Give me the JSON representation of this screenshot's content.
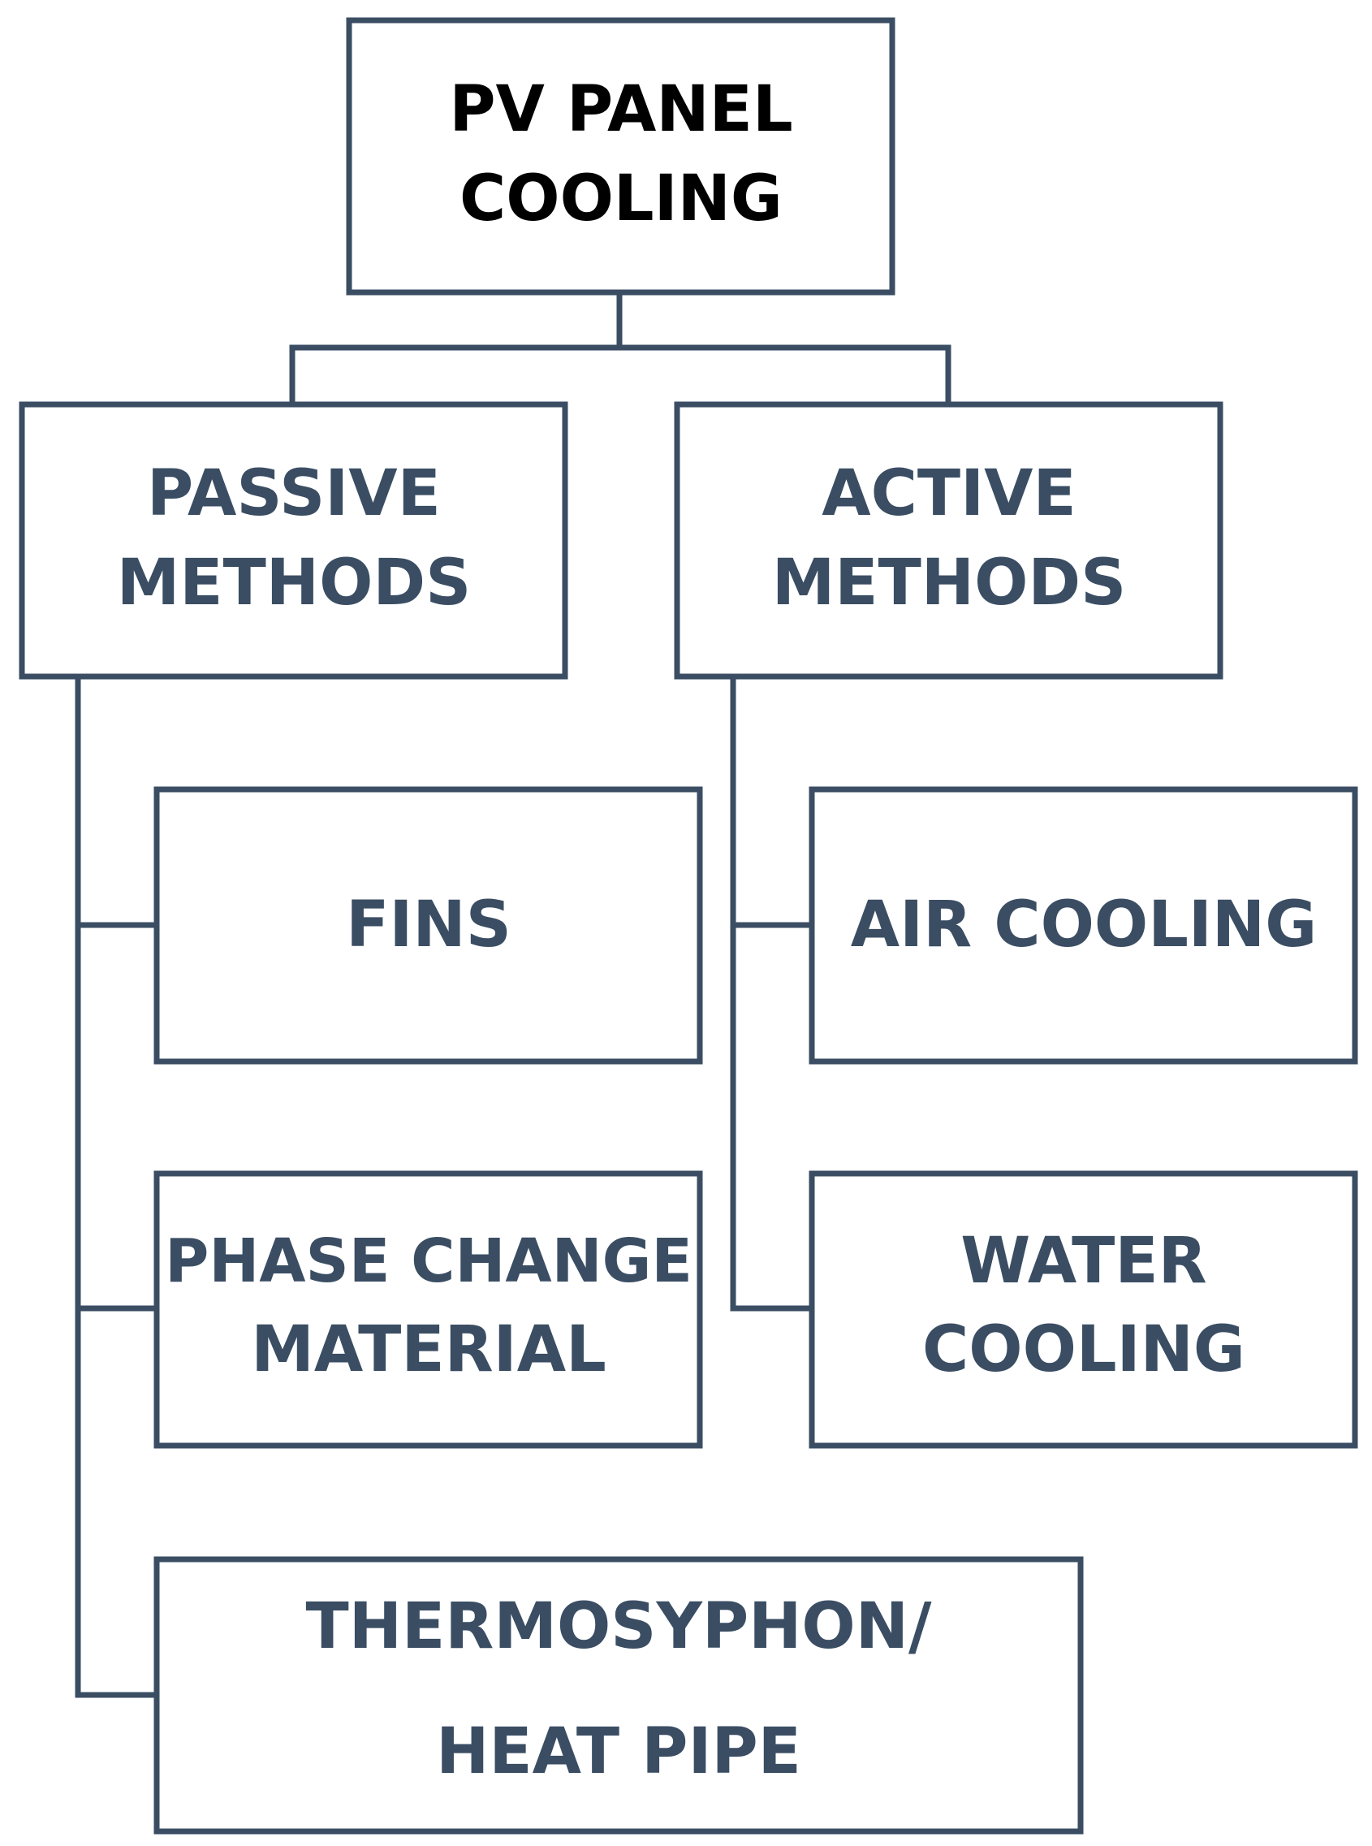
{
  "root": {
    "label_line1": "PV PANEL",
    "label_line2": "COOLING"
  },
  "passive": {
    "label_line1": "PASSIVE",
    "label_line2": "METHODS",
    "children": {
      "fins": {
        "label": "FINS"
      },
      "pcm": {
        "label_line1": "PHASE CHANGE",
        "label_line2": "MATERIAL"
      },
      "thermosyphon": {
        "label_line1": "THERMOSYPHON/",
        "label_line2": "HEAT PIPE"
      }
    }
  },
  "active": {
    "label_line1": "ACTIVE",
    "label_line2": "METHODS",
    "children": {
      "air": {
        "label": "AIR COOLING"
      },
      "water": {
        "label_line1": "WATER",
        "label_line2": "COOLING"
      }
    }
  },
  "colors": {
    "stroke": "#3a4d63",
    "root_text": "#000000",
    "node_text": "#3a4d63"
  }
}
